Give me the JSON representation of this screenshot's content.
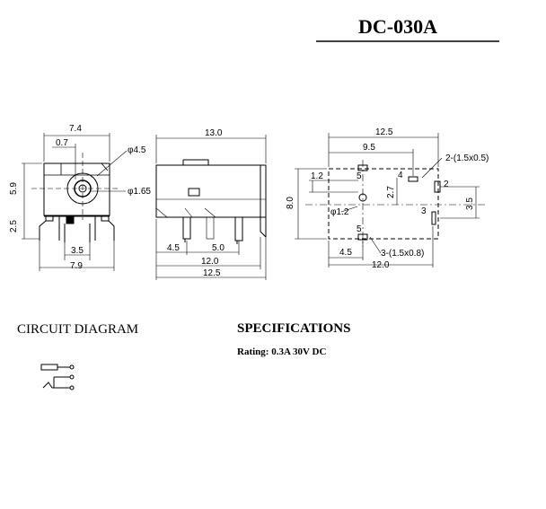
{
  "title": "DC-030A",
  "sections": {
    "circuit_heading": "CIRCUIT DIAGRAM",
    "spec_heading": "SPECIFICATIONS",
    "rating": "Rating: 0.3A 30V DC"
  },
  "front_view": {
    "top_width": "7.4",
    "offset": "0.7",
    "phi_outer": "φ4.5",
    "phi_pin": "φ1.65",
    "height": "5.9",
    "leg": "2.5",
    "pin_gap": "3.5",
    "base_width": "7.9"
  },
  "side_view": {
    "length": "13.0",
    "pin_spacing_a": "4.5",
    "pin_spacing_b": "5.0",
    "span_12": "12.0",
    "span_125": "12.5"
  },
  "pcb_layout": {
    "top_width": "12.5",
    "dim_95": "9.5",
    "pad_label_2": "2-(1.5x0.5)",
    "dim_12": "1.2",
    "height": "8.0",
    "dim_27": "2.7",
    "dim_35": "3.5",
    "hole": "φ1.2",
    "pin_4": "4",
    "pin_2": "2",
    "pin_3": "3",
    "pin_5a": "5",
    "pin_5b": "5",
    "dim_45": "4.5",
    "pad_label_3": "3-(1.5x0.8)",
    "bottom_width": "12.0"
  }
}
